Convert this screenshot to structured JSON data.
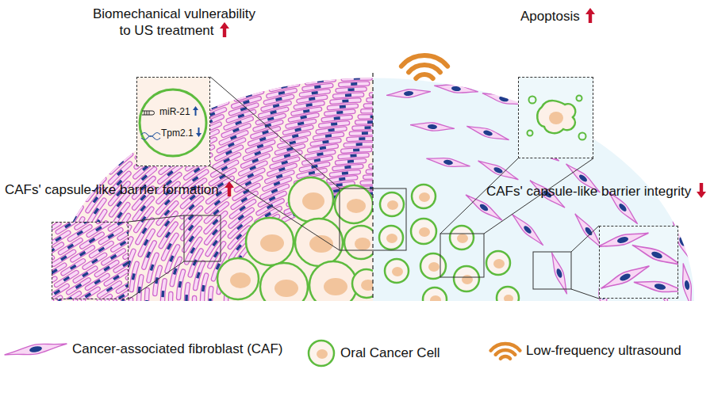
{
  "diagram": {
    "nodes": [
      {
        "text": [
          "Biomechanical vulnerability to US treatment",
          "miR-21",
          "Tpm2.1"
        ]
      },
      {
        "text": [
          "Apoptosis"
        ]
      },
      {
        "text": [
          "CAFs' capsule-like barrier formation"
        ]
      },
      {
        "text": [
          "CAFs' capsule-like barrier integrity"
        ]
      }
    ],
    "legend": [
      {
        "text": "Cancer-associated fibroblast (CAF)"
      },
      {
        "text": "Oral Cancer Cell"
      },
      {
        "text": "Low-frequency ultrasound"
      }
    ]
  }
}
